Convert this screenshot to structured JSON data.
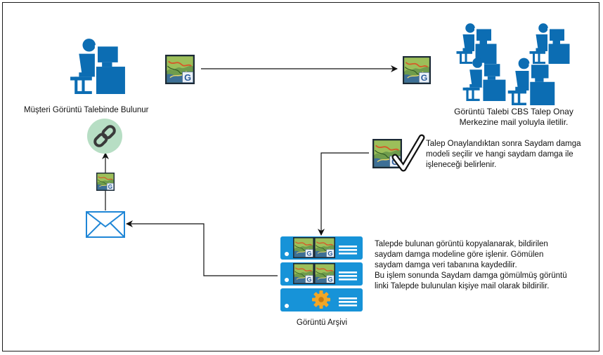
{
  "labels": {
    "customer": "Müşteri Görüntü Talebinde Bulunur",
    "approval_center": "Görüntü Talebi CBS Talep Onay\nMerkezine mail yoluyla iletilir.",
    "watermark_selection": "Talep Onaylandıktan sonra Saydam damga\nmodeli seçilir ve hangi saydam damga ile\nişleneceği belirlenir.",
    "processing": "Talepde bulunan görüntü kopyalanarak, bildirilen\nsaydam damga modeline göre işlenir. Gömülen\nsaydam damga veri tabanına kaydedilir.\n Bu işlem sonunda Saydam damga gömülmüş görüntü\nlinki Talepde bulunulan kişiye mail olarak bildirilir.",
    "archive": "Görüntü Arşivi"
  },
  "icons": {
    "customer": "user-at-desk-icon",
    "approval_team": "team-at-desks-icon",
    "map_file": "map-document-icon",
    "approved": "checkmark-icon",
    "link": "link-icon",
    "mail": "envelope-icon",
    "server": "server-icon",
    "settings": "gear-icon"
  },
  "colors": {
    "people": "#0c6db3",
    "server": "#1793d8",
    "link_circle": "#b7dec4",
    "mail_stroke": "#1f86d6",
    "gear": "#f2a626",
    "arrow": "#111111"
  }
}
